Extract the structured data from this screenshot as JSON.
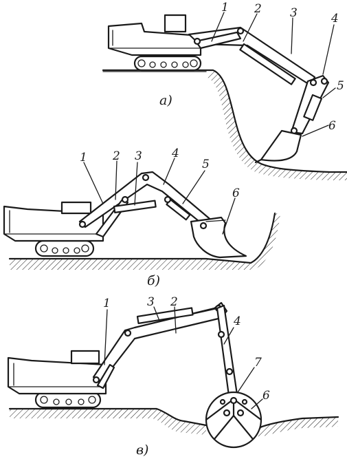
{
  "panels": [
    {
      "caption": "а)",
      "labels": [
        "1",
        "2",
        "3",
        "4",
        "5",
        "6"
      ]
    },
    {
      "caption": "б)",
      "labels": [
        "1",
        "2",
        "3",
        "4",
        "5",
        "6"
      ]
    },
    {
      "caption": "в)",
      "labels": [
        "1",
        "3",
        "2",
        "4",
        "7",
        "6"
      ]
    }
  ],
  "colors": {
    "ink": "#1a1a1a",
    "paper": "#ffffff"
  },
  "icons": [
    "excavator-dragline-icon",
    "excavator-backhoe-icon",
    "excavator-clamshell-icon"
  ]
}
